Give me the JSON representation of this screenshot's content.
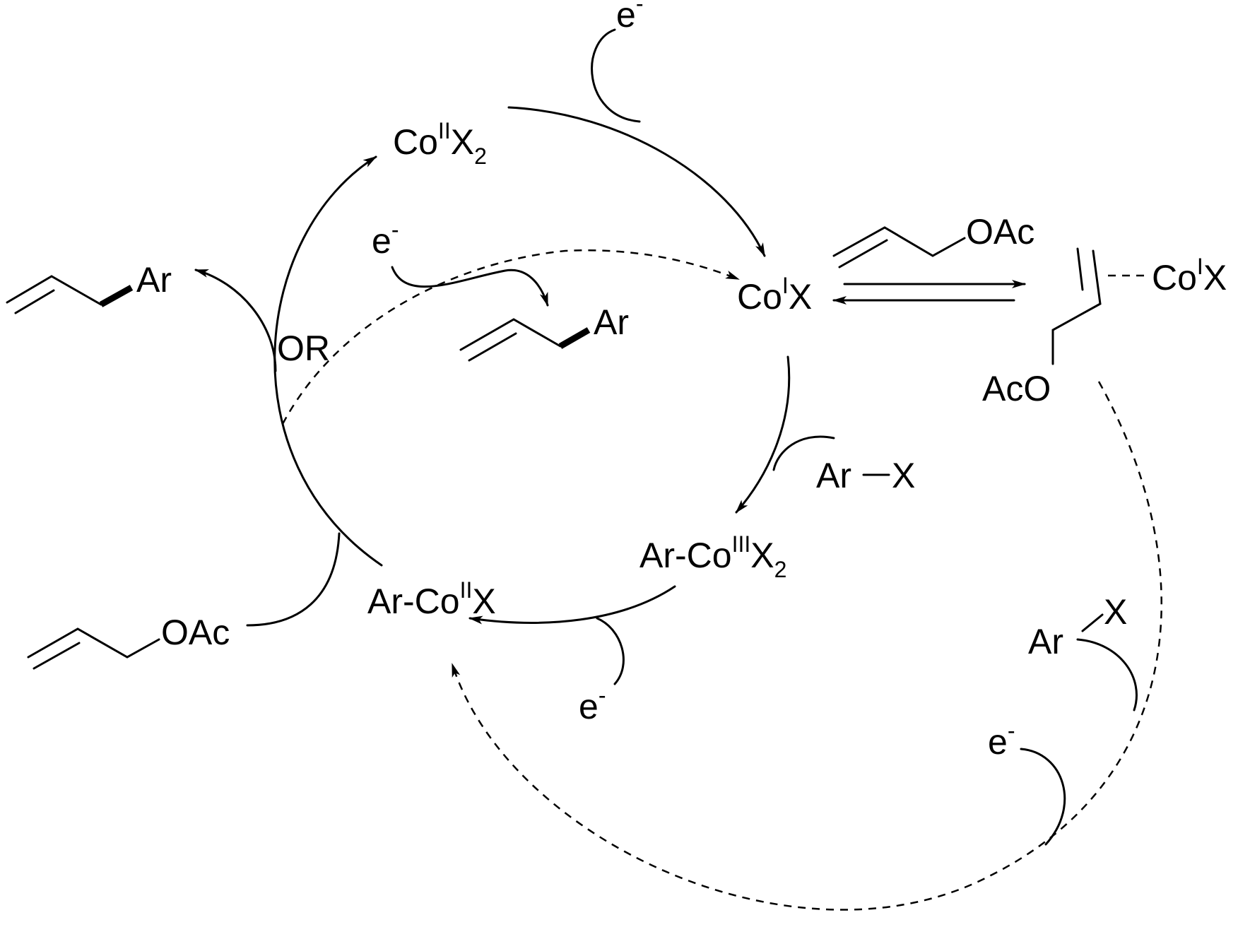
{
  "species": {
    "co2x2": {
      "pre": "Co",
      "sup": "II",
      "post": "X",
      "sub": "2"
    },
    "co1x": {
      "pre": "Co",
      "sup": "I",
      "post": "X"
    },
    "co1x_complex": {
      "pre": "Co",
      "sup": "I",
      "post": "X"
    },
    "arco3x2": {
      "pre": "Ar-Co",
      "sup": "III",
      "post": "X",
      "sub": "2"
    },
    "arco2x": {
      "pre": "Ar-Co",
      "sup": "II",
      "post": "X"
    }
  },
  "reagents": {
    "electron": {
      "base": "e",
      "charge": "-"
    },
    "allyl_acetate_group": "OAc",
    "complex_acetate_group": "AcO",
    "aryl_group": "Ar",
    "halide": "X",
    "alkoxide": "OR"
  }
}
